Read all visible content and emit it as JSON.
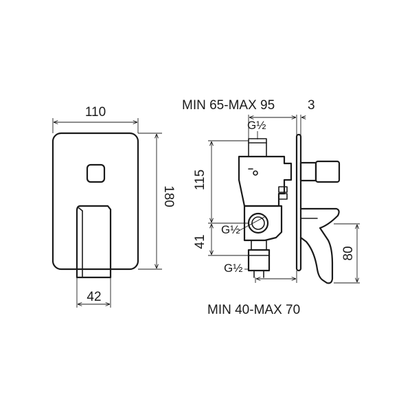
{
  "front_view": {
    "width_label": "110",
    "height_label": "180",
    "handle_width_label": "42"
  },
  "side_view": {
    "top_range_label": "MIN 65-MAX 95",
    "plate_thickness_label": "3",
    "bottom_range_label": "MIN 40-MAX 70",
    "thread_top_label": "G½",
    "thread_side_label": "G½",
    "thread_bottom_label": "G½",
    "upper_height_label": "115",
    "lower_height_label": "41",
    "spout_height_label": "80"
  }
}
